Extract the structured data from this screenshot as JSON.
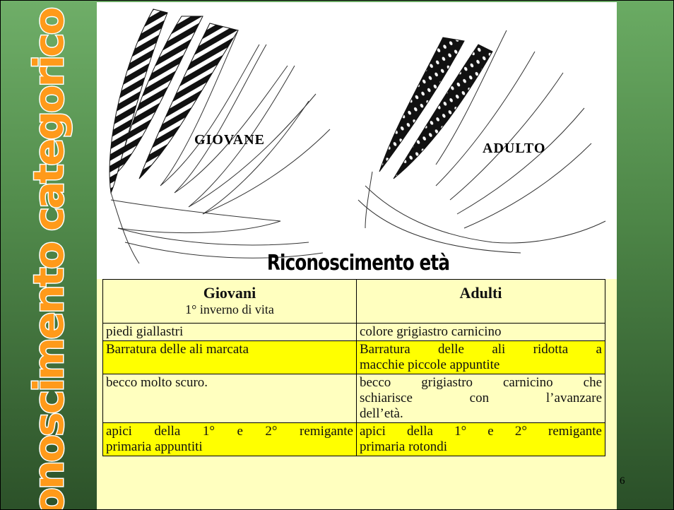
{
  "side_title": "Riconoscimento categorico età",
  "illustration": {
    "label_left": "GIOVANE",
    "label_right": "ADULTO"
  },
  "section_heading": "Riconoscimento età",
  "table": {
    "headers": [
      {
        "title": "Giovani",
        "subtitle": "1° inverno di vita"
      },
      {
        "title": "Adulti",
        "subtitle": ""
      }
    ],
    "rows": [
      {
        "left": "piedi giallastri",
        "right": "colore grigiastro carnicino",
        "highlight": false
      },
      {
        "left": "Barratura delle ali marcata",
        "right_lines": [
          "Barratura delle ali ridotta a",
          "macchie piccole appuntite"
        ],
        "highlight": true
      },
      {
        "left": "becco molto scuro.",
        "right_lines": [
          "becco grigiastro carnicino che",
          "schiarisce con l’avanzare",
          "dell’età."
        ],
        "highlight": false
      },
      {
        "left_lines": [
          "apici della 1° e 2° remigante",
          "primaria appuntiti"
        ],
        "right_lines": [
          "apici della 1° e 2° remigante",
          "primaria rotondi"
        ],
        "highlight": true
      }
    ]
  },
  "page_number": "6",
  "colors": {
    "background_green": "#4f8748",
    "title_orange": "#ff9a1a",
    "highlight_yellow": "#ffff00",
    "pale_yellow": "#ffffbf"
  }
}
